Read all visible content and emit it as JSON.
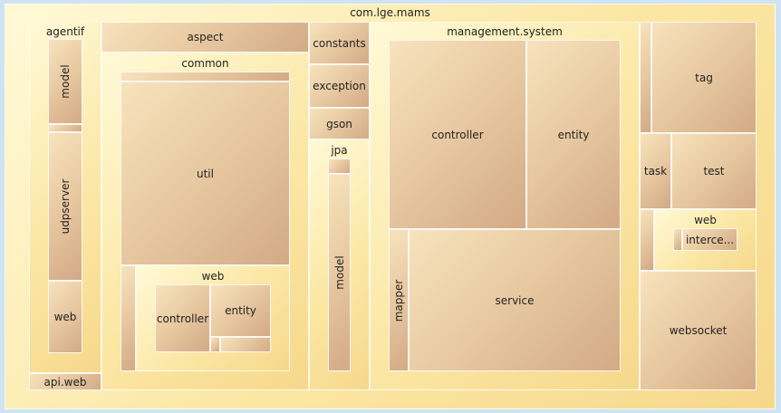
{
  "root": "com.lge.mams",
  "packages": {
    "agentif": "agentif",
    "common": "common",
    "common_web": "web",
    "jpa": "jpa",
    "management_system": "management.system",
    "ms_web": "web"
  },
  "classes": {
    "model": "model",
    "udpserver": "udpserver",
    "agentif_web": "web",
    "api_web": "api.web",
    "aspect": "aspect",
    "util": "util",
    "web_controller": "controller",
    "web_entity": "entity",
    "constants": "constants",
    "exception": "exception",
    "gson": "gson",
    "jpa_model": "model",
    "ms_controller": "controller",
    "ms_entity": "entity",
    "mapper": "mapper",
    "service": "service",
    "tag": "tag",
    "task": "task",
    "test": "test",
    "interceptor": "interce...",
    "websocket": "websocket"
  }
}
